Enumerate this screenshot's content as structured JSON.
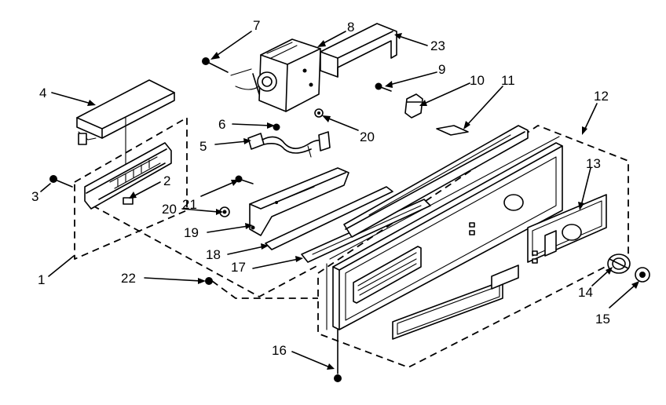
{
  "callouts": [
    "1",
    "2",
    "3",
    "4",
    "5",
    "6",
    "7",
    "8",
    "9",
    "10",
    "11",
    "12",
    "13",
    "14",
    "15",
    "16",
    "17",
    "18",
    "19",
    "20",
    "20",
    "21",
    "22",
    "23"
  ]
}
